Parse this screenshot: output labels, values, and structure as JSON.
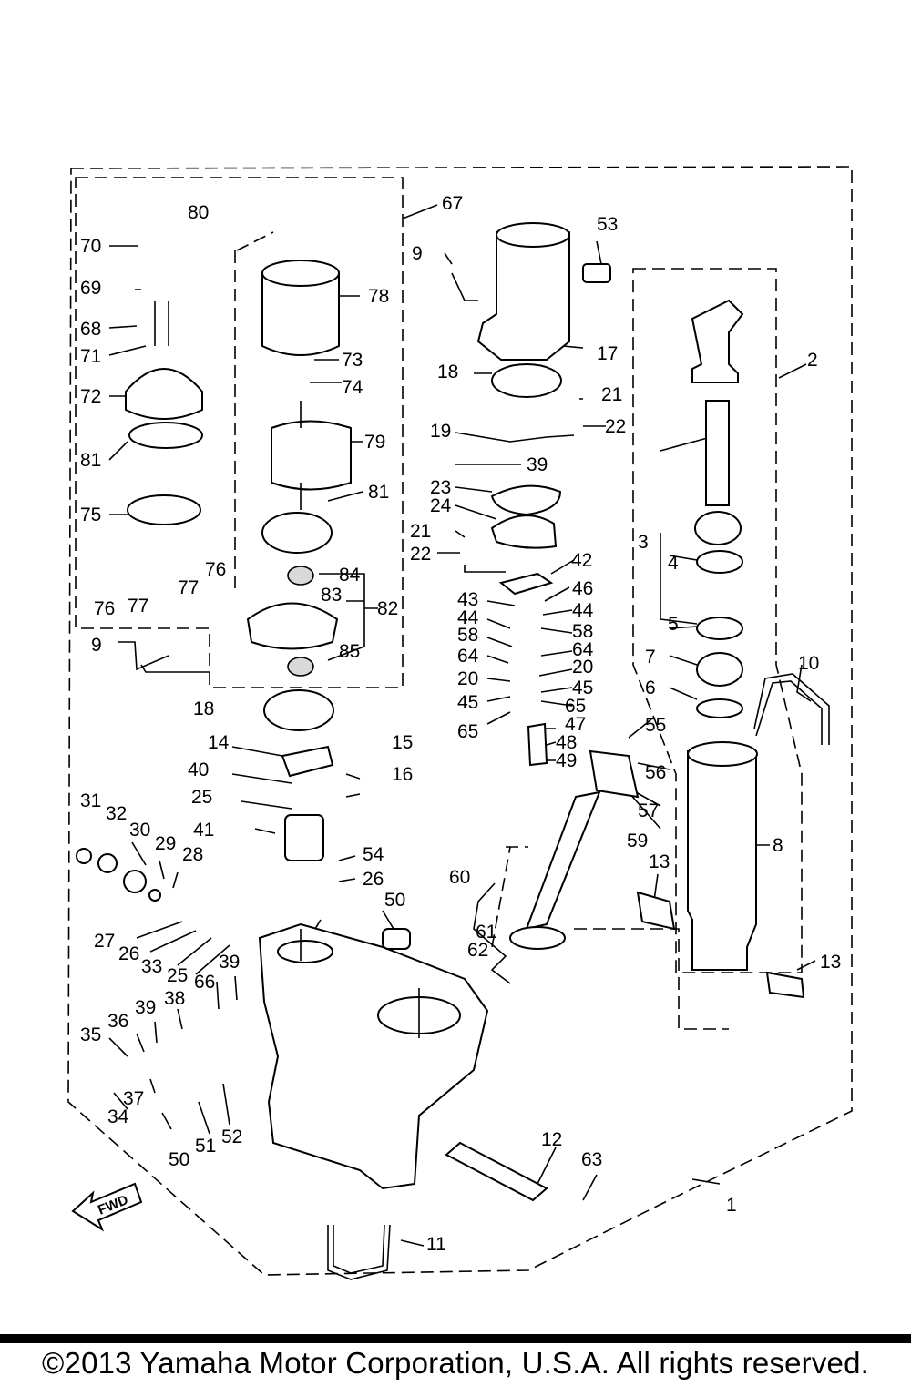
{
  "callouts": [
    "1",
    "2",
    "3",
    "4",
    "5",
    "6",
    "7",
    "8",
    "9",
    "9",
    "9",
    "10",
    "11",
    "12",
    "13",
    "13",
    "14",
    "15",
    "16",
    "17",
    "18",
    "18",
    "19",
    "20",
    "20",
    "21",
    "21",
    "22",
    "22",
    "22",
    "23",
    "24",
    "25",
    "25",
    "26",
    "26",
    "27",
    "28",
    "29",
    "30",
    "31",
    "32",
    "33",
    "34",
    "35",
    "36",
    "37",
    "38",
    "39",
    "39",
    "39",
    "40",
    "41",
    "42",
    "43",
    "44",
    "44",
    "45",
    "45",
    "46",
    "47",
    "48",
    "49",
    "50",
    "50",
    "51",
    "52",
    "53",
    "54",
    "55",
    "56",
    "57",
    "58",
    "58",
    "59",
    "60",
    "61",
    "62",
    "63",
    "64",
    "64",
    "65",
    "65",
    "66",
    "67",
    "68",
    "69",
    "70",
    "71",
    "72",
    "73",
    "74",
    "75",
    "76",
    "76",
    "77",
    "77",
    "78",
    "79",
    "80",
    "81",
    "81",
    "82",
    "83",
    "84",
    "85"
  ],
  "fwd_label": "FWD",
  "footer": {
    "copyright": "©2013 Yamaha Motor Corporation, U.S.A. All rights reserved."
  }
}
